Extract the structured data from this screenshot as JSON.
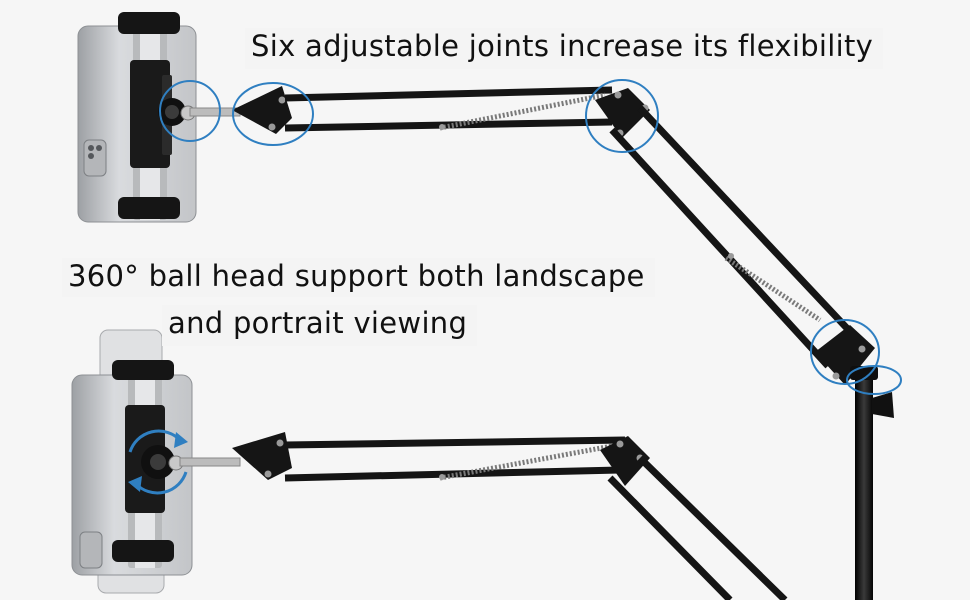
{
  "captions": {
    "flexibility": "Six adjustable joints increase its flexibility",
    "ball_head_line1": "360° ball head support both landscape",
    "ball_head_line2": "and portrait viewing"
  },
  "colors": {
    "background": "#f6f6f6",
    "arm": "#141414",
    "tablet": "#c8cacd",
    "highlight_ring": "#2f7fc1"
  },
  "icons": {
    "joint_highlight": "circle-outline-icon",
    "rotation_indicator": "rotate-arrows-icon"
  }
}
